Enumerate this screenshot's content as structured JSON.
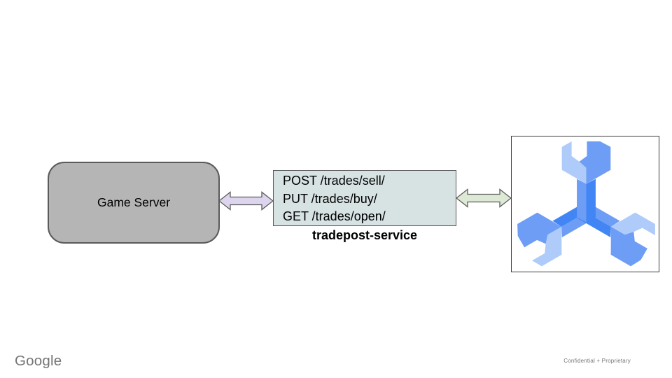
{
  "brand": {
    "wordmark": "Google"
  },
  "footer": {
    "confidentiality": "Confidential + Proprietary"
  },
  "diagram": {
    "game_server": {
      "label": "Game Server"
    },
    "service": {
      "endpoints": [
        "POST /trades/sell/",
        "PUT /trades/buy/",
        "GET /trades/open/"
      ],
      "name": "tradepost-service"
    },
    "logo": {
      "name": "open-match-logo"
    },
    "colors": {
      "game_server_fill": "#b5b5b5",
      "service_fill": "#d7e2e3",
      "arrow_left_fill": "#dcd5ed",
      "arrow_right_fill": "#dde9d5",
      "arrow_stroke": "#5c5c5c",
      "logo_light": "#aecbfa",
      "logo_medium": "#6d9df5",
      "logo_dark": "#4285f4"
    }
  }
}
